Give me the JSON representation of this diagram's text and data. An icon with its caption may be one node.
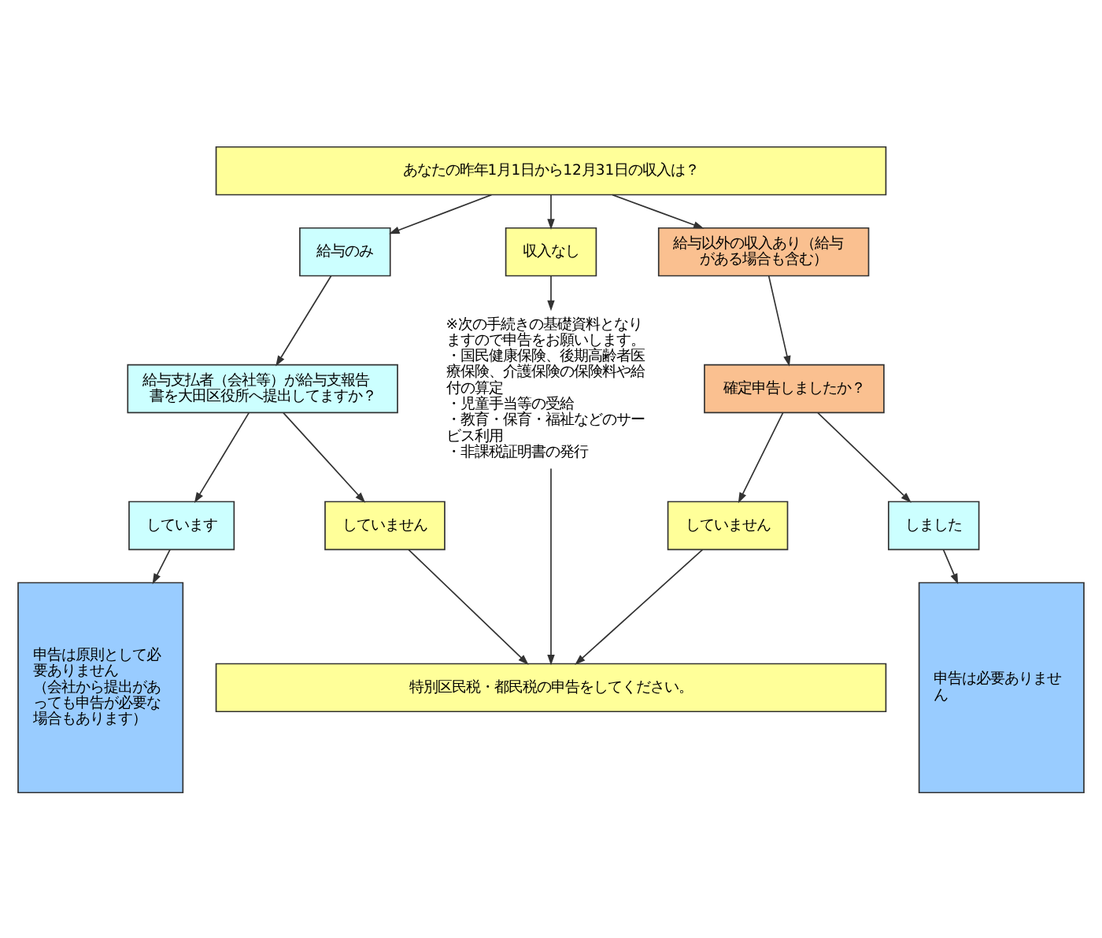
{
  "diagram": {
    "nodes": [
      {
        "text": [
          "あなたの昨年1月1日から12月31日の収入は？"
        ]
      },
      {
        "text": [
          "給与のみ"
        ]
      },
      {
        "text": [
          "給与以外の収入あり（給与がある場合も含む）"
        ]
      },
      {
        "text": [
          "収入なし"
        ]
      },
      {
        "text": [
          "給与支払者（会社等）が給与支報告書を大田区役所へ提出してますか？"
        ]
      },
      {
        "text": [
          "確定申告しましたか？"
        ]
      },
      {
        "text": [
          "※次の手続きの基礎資料となりますので申告をお願いします。",
          "・国民健康保険、後期高齢者医療保険、介護保険の保険料や給付の算定",
          "・児童手当等の受給",
          "・教育・保育・福祉などのサービス利用",
          "・非課税証明書の発行"
        ]
      },
      {
        "text": [
          "しています"
        ]
      },
      {
        "text": [
          "していません"
        ]
      },
      {
        "text": [
          "しました"
        ]
      },
      {
        "text": [
          "していません"
        ]
      },
      {
        "text": [
          "申告は原則として必要ありません",
          "（会社から提出があっても申告が必要な場合もあります）"
        ]
      },
      {
        "text": [
          "申告は必要ありません"
        ]
      },
      {
        "text": [
          "特別区民税・都民税の申告をしてください。"
        ]
      }
    ],
    "edges": [
      {
        "from": 0,
        "to": 1,
        "arrow": "to"
      },
      {
        "from": 0,
        "to": 2,
        "arrow": "to"
      },
      {
        "from": 0,
        "to": 3,
        "arrow": "to"
      },
      {
        "from": 1,
        "to": 4,
        "arrow": "to"
      },
      {
        "from": 2,
        "to": 5,
        "arrow": "to"
      },
      {
        "from": 3,
        "to": 6,
        "arrow": "to"
      },
      {
        "from": 4,
        "to": 7,
        "arrow": "to"
      },
      {
        "from": 4,
        "to": 8,
        "arrow": "to"
      },
      {
        "from": 5,
        "to": 9,
        "arrow": "to"
      },
      {
        "from": 5,
        "to": 10,
        "arrow": "to"
      },
      {
        "from": 7,
        "to": 11,
        "arrow": "to"
      },
      {
        "from": 9,
        "to": 12,
        "arrow": "to"
      },
      {
        "from": 8,
        "to": 13,
        "arrow": "to"
      },
      {
        "from": 10,
        "to": 13,
        "arrow": "to"
      },
      {
        "from": 6,
        "to": 13,
        "arrow": "to"
      }
    ]
  }
}
